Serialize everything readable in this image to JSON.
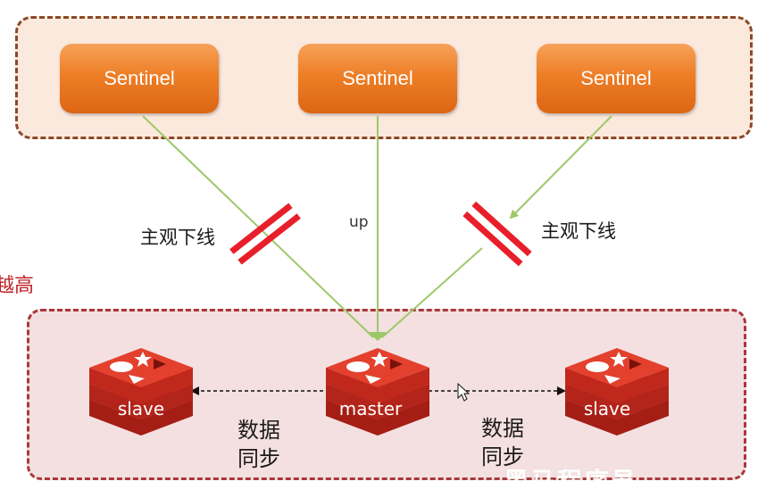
{
  "sentinels": [
    {
      "label": "Sentinel"
    },
    {
      "label": "Sentinel"
    },
    {
      "label": "Sentinel"
    }
  ],
  "links": {
    "left_label": "主观下线",
    "middle_label": "up",
    "right_label": "主观下线"
  },
  "side_text": "越高",
  "nodes": {
    "left": "slave",
    "center": "master",
    "right": "slave"
  },
  "sync": {
    "left_line1": "数据",
    "left_line2": "同步",
    "right_line1": "数据",
    "right_line2": "同步"
  },
  "watermark": "黑马程序员",
  "colors": {
    "sentinel_fill": "#ee7e26",
    "link_green": "#9dc86a",
    "cut_red": "#e81f2a",
    "redis_red": "#d52b1e"
  }
}
